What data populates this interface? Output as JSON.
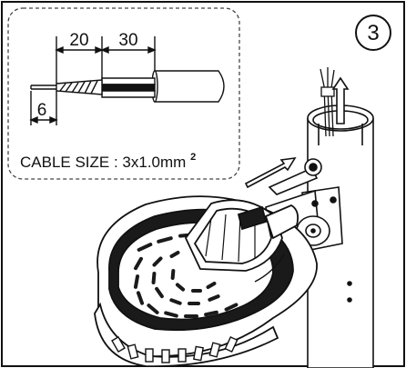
{
  "step": {
    "number": "3"
  },
  "inset": {
    "dims": {
      "a": "20",
      "b": "30",
      "c": "6"
    },
    "cable_size": {
      "prefix": "CABLE SIZE : 3x1.0mm",
      "sup": "2"
    }
  },
  "colors": {
    "ink": "#111111",
    "paper": "#ffffff"
  }
}
